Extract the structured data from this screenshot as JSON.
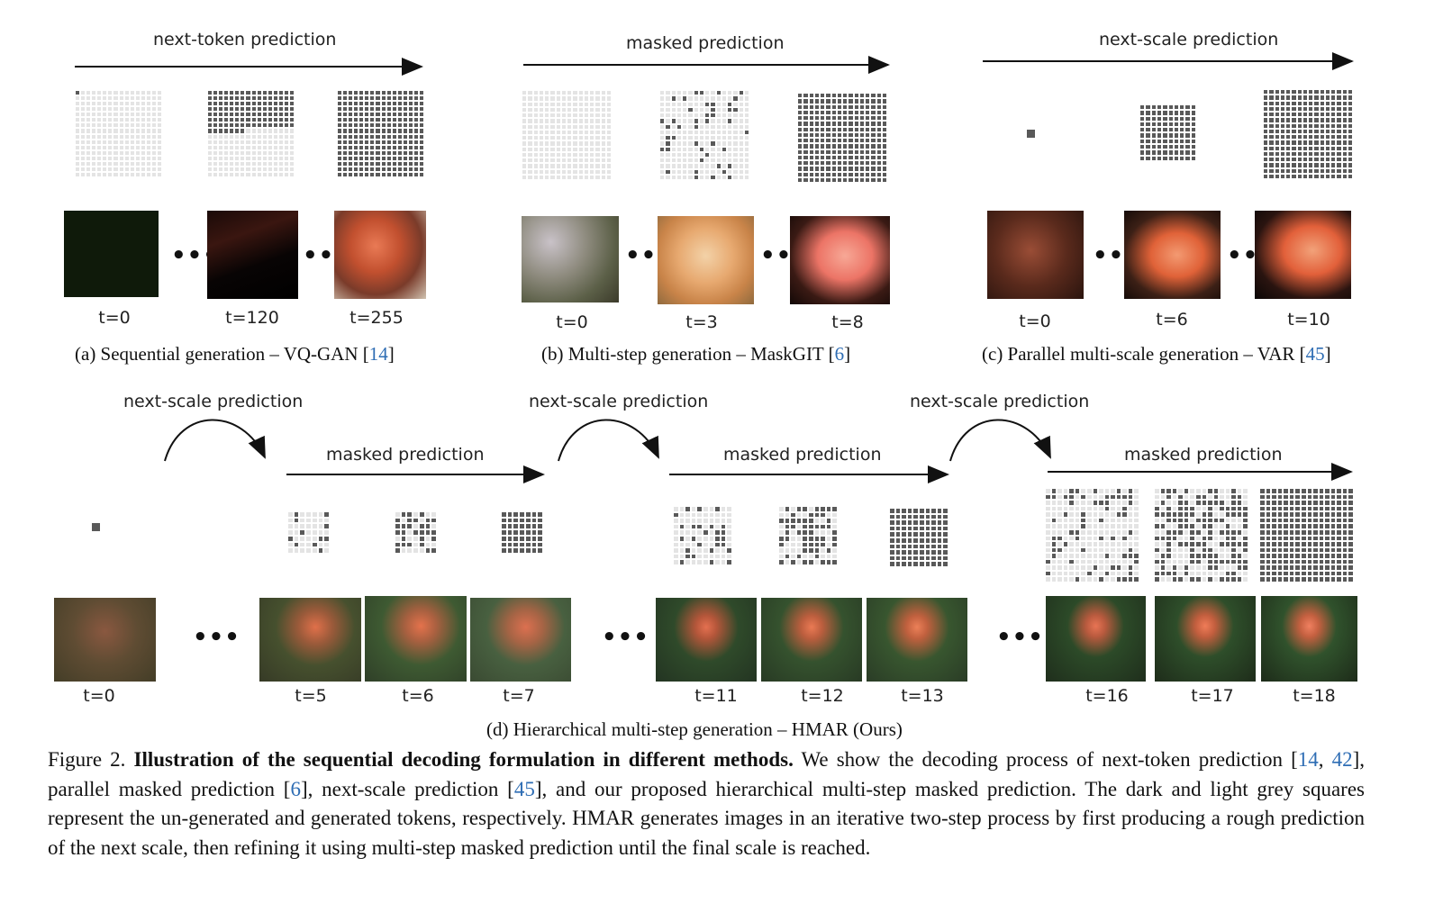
{
  "top_arrows": {
    "a": "next-token prediction",
    "b": "masked prediction",
    "c": "next-scale prediction"
  },
  "panel_a": {
    "t": [
      "t=0",
      "t=120",
      "t=255"
    ]
  },
  "panel_b": {
    "t": [
      "t=0",
      "t=3",
      "t=8"
    ]
  },
  "panel_c": {
    "t": [
      "t=0",
      "t=6",
      "t=10"
    ]
  },
  "subcaptions": {
    "a_text": "(a) Sequential generation – VQ-GAN [",
    "a_cite": "14",
    "b_text": "(b) Multi-step generation – MaskGIT [",
    "b_cite": "6",
    "c_text": "(c) Parallel multi-scale generation – VAR [",
    "c_cite": "45",
    "close": "]",
    "d": "(d) Hierarchical multi-step generation – HMAR (Ours)"
  },
  "panel_d": {
    "next_scale": "next-scale prediction",
    "masked": "masked prediction",
    "t": [
      "t=0",
      "t=5",
      "t=6",
      "t=7",
      "t=11",
      "t=12",
      "t=13",
      "t=16",
      "t=17",
      "t=18"
    ]
  },
  "ellipsis": "•••",
  "caption": {
    "label": "Figure 2.",
    "title": "Illustration of the sequential decoding formulation in different methods.",
    "s1": "We show the decoding process of next-token prediction [",
    "c1": "14",
    "comma": ", ",
    "c2": "42",
    "s2": "], parallel masked prediction [",
    "c3": "6",
    "s3": "], next-scale prediction [",
    "c4": "45",
    "s4": "], and our proposed hierarchical multi-step masked prediction. The dark and light grey squares represent the un-generated and generated tokens, respectively. HMAR generates images in an iterative two-step process by first producing a rough prediction of the next scale, then refining it using multi-step masked prediction until the final scale is reached."
  },
  "colors": {
    "dark": "#595959",
    "light": "#e4e4e4",
    "cite": "#2e6db4"
  }
}
